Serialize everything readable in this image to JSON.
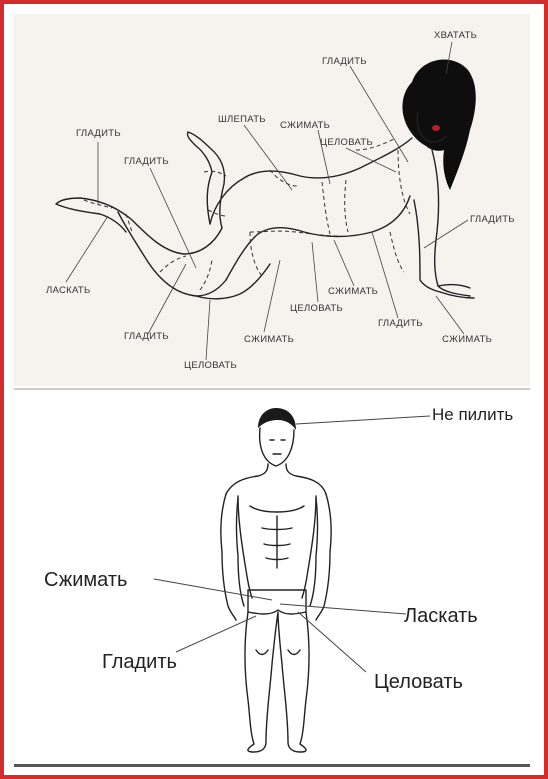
{
  "top_labels": {
    "grab": "ХВАТАТЬ",
    "stroke_head": "ГЛАДИТЬ",
    "spank": "ШЛЕПАТЬ",
    "squeeze_back": "СЖИМАТЬ",
    "kiss_neck": "ЦЕЛОВАТЬ",
    "stroke_foot": "ГЛАДИТЬ",
    "stroke_calf": "ГЛАДИТЬ",
    "stroke_arm": "ГЛАДИТЬ",
    "caress": "ЛАСКАТЬ",
    "squeeze_belly": "СЖИМАТЬ",
    "kiss_belly": "ЦЕЛОВАТЬ",
    "stroke_hip": "ГЛАДИТЬ",
    "squeeze_hand": "СЖИМАТЬ",
    "stroke_knee": "ГЛАДИТЬ",
    "squeeze_thigh": "СЖИМАТЬ",
    "kiss_leg": "ЦЕЛОВАТЬ"
  },
  "bottom_labels": {
    "no_nagging": "Не пилить",
    "squeeze": "Сжимать",
    "caress": "Ласкать",
    "stroke": "Гладить",
    "kiss": "Целовать"
  },
  "colors": {
    "frame": "#d62b2b",
    "top_background": "#f6f3ef"
  }
}
